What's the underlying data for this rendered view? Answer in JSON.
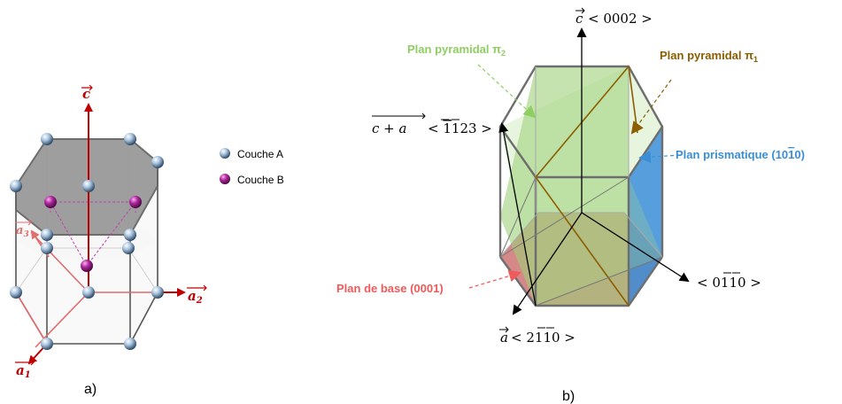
{
  "panel_a": {
    "caption": "a)",
    "axis_c": "c",
    "axis_a1": "a",
    "axis_a1_sub": "1",
    "axis_a2": "a",
    "axis_a2_sub": "2",
    "axis_a3": "a",
    "axis_a3_sub": "3",
    "legend": [
      {
        "label": "Couche A",
        "color": "#8fb3d6"
      },
      {
        "label": "Couche B",
        "color": "#a0208f"
      }
    ]
  },
  "panel_b": {
    "caption": "b)",
    "dir_c": "< 0002 >",
    "dir_c_vec": "c",
    "dir_ca_left": "c + a",
    "dir_ca_right": "< ",
    "dir_ca_digits1": "1",
    "dir_ca_digits2": "1",
    "dir_ca_tail": "23 >",
    "dir_a_vec": "a",
    "dir_a_label_pre": "< 2",
    "dir_a_bar1": "1",
    "dir_a_bar2": "1",
    "dir_a_label_post": "0 >",
    "dir_right_pre": "< 0",
    "dir_right_bar1": "1",
    "dir_right_bar2": "1",
    "dir_right_post": "0 >",
    "plan_pyr2": "Plan pyramidal π",
    "plan_pyr2_sub": "2",
    "plan_pyr1": "Plan pyramidal π",
    "plan_pyr1_sub": "1",
    "plan_prism_pre": "Plan prismatique (10",
    "plan_prism_bar": "1",
    "plan_prism_post": "0)",
    "plan_base": "Plan de base (0001)",
    "colors": {
      "pyr2": "#8fcf62",
      "pyr1": "#8b5e00",
      "prism": "#3a8ed6",
      "base": "#f05a5a",
      "axis_red": "#c00000"
    }
  }
}
